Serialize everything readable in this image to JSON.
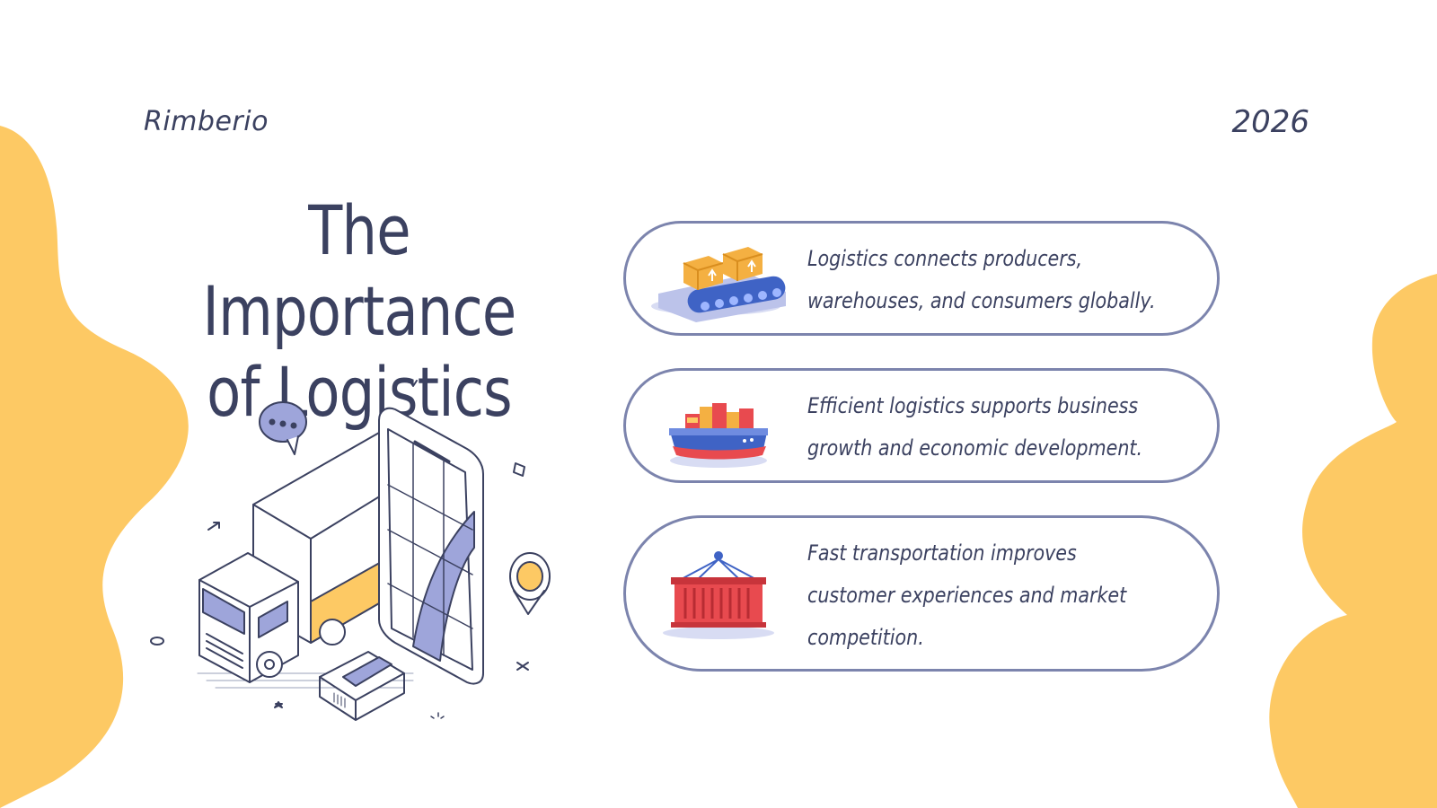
{
  "brand": "Rimberio",
  "year": "2026",
  "title": {
    "line1": "The Importance",
    "line2": "of Logistics"
  },
  "cards": [
    {
      "icon": "conveyor-boxes-icon",
      "lines": [
        "Logistics connects producers,",
        "warehouses, and consumers globally."
      ]
    },
    {
      "icon": "cargo-ship-icon",
      "lines": [
        "Efficient logistics supports business",
        "growth and economic development."
      ]
    },
    {
      "icon": "shipping-container-icon",
      "lines": [
        "Fast transportation improves",
        "customer experiences and market",
        "competition."
      ]
    }
  ],
  "colors": {
    "accent_yellow": "#fdc964",
    "text_navy": "#3b4160",
    "card_border": "#7c84ad",
    "container_red": "#e84a4f",
    "ship_blue": "#3f63c5",
    "lavender": "#9ea5da"
  }
}
